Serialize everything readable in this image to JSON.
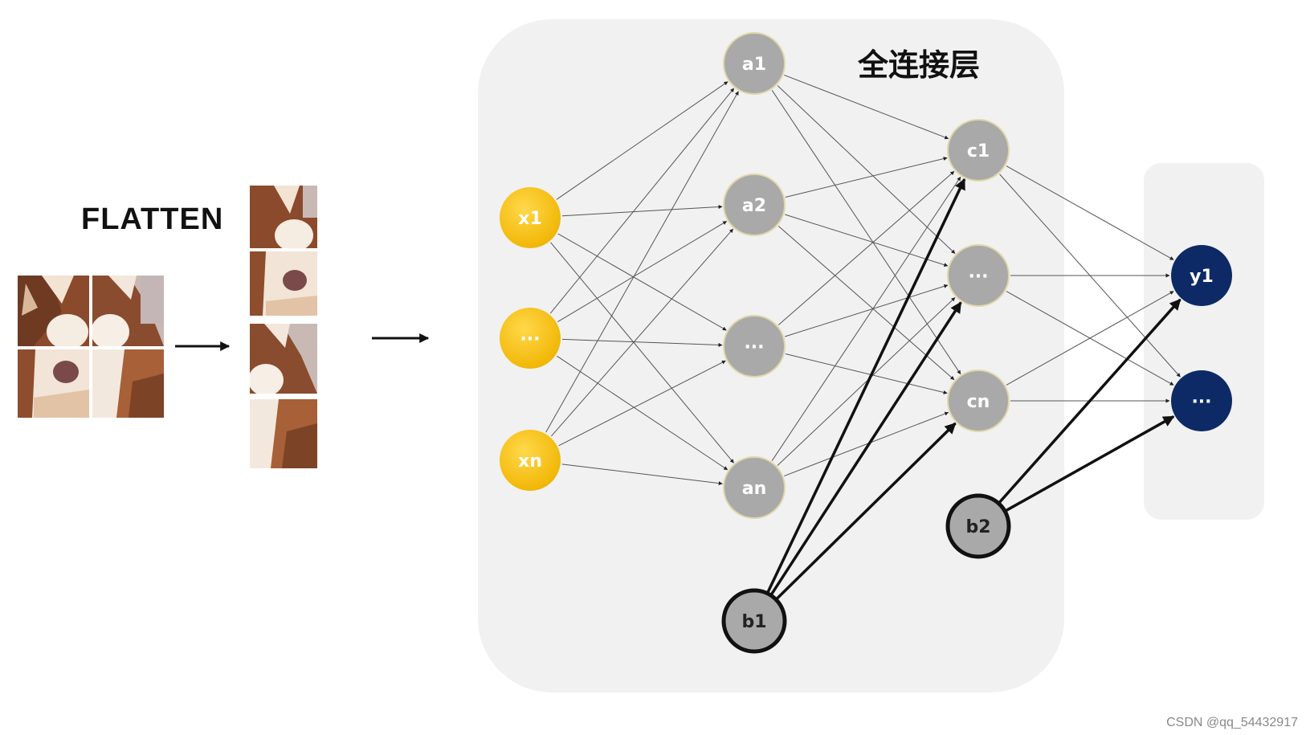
{
  "flatten_label": "FLATTEN",
  "fc_title": "全连接层",
  "watermark": "CSDN @qq_54432917",
  "colors": {
    "input": "#f5c518",
    "hidden": "#a9a9a9",
    "output": "#0d2a66",
    "panel": "#f1f1f2",
    "edge": "#555555"
  },
  "nodes": [
    {
      "id": "x1",
      "label": "x1",
      "kind": "input"
    },
    {
      "id": "xd",
      "label": "···",
      "kind": "input"
    },
    {
      "id": "xn",
      "label": "xn",
      "kind": "input"
    },
    {
      "id": "a1",
      "label": "a1",
      "kind": "hidden"
    },
    {
      "id": "a2",
      "label": "a2",
      "kind": "hidden"
    },
    {
      "id": "ad",
      "label": "···",
      "kind": "hidden"
    },
    {
      "id": "an",
      "label": "an",
      "kind": "hidden"
    },
    {
      "id": "b1",
      "label": "b1",
      "kind": "bias"
    },
    {
      "id": "c1",
      "label": "c1",
      "kind": "hidden"
    },
    {
      "id": "cd",
      "label": "···",
      "kind": "hidden"
    },
    {
      "id": "cn",
      "label": "cn",
      "kind": "hidden"
    },
    {
      "id": "b2",
      "label": "b2",
      "kind": "bias"
    },
    {
      "id": "y1",
      "label": "y1",
      "kind": "output"
    },
    {
      "id": "yd",
      "label": "···",
      "kind": "output"
    }
  ],
  "edges": [
    [
      "x1",
      "a1"
    ],
    [
      "x1",
      "a2"
    ],
    [
      "x1",
      "ad"
    ],
    [
      "x1",
      "an"
    ],
    [
      "xd",
      "a1"
    ],
    [
      "xd",
      "a2"
    ],
    [
      "xd",
      "ad"
    ],
    [
      "xd",
      "an"
    ],
    [
      "xn",
      "a1"
    ],
    [
      "xn",
      "a2"
    ],
    [
      "xn",
      "ad"
    ],
    [
      "xn",
      "an"
    ],
    [
      "a1",
      "c1"
    ],
    [
      "a1",
      "cd"
    ],
    [
      "a1",
      "cn"
    ],
    [
      "a2",
      "c1"
    ],
    [
      "a2",
      "cd"
    ],
    [
      "a2",
      "cn"
    ],
    [
      "ad",
      "c1"
    ],
    [
      "ad",
      "cd"
    ],
    [
      "ad",
      "cn"
    ],
    [
      "an",
      "c1"
    ],
    [
      "an",
      "cd"
    ],
    [
      "an",
      "cn"
    ],
    [
      "c1",
      "y1"
    ],
    [
      "c1",
      "yd"
    ],
    [
      "cd",
      "y1"
    ],
    [
      "cd",
      "yd"
    ],
    [
      "cn",
      "y1"
    ],
    [
      "cn",
      "yd"
    ]
  ],
  "bias_edges": [
    [
      "b1",
      "c1"
    ],
    [
      "b1",
      "cd"
    ],
    [
      "b1",
      "cn"
    ],
    [
      "b2",
      "y1"
    ],
    [
      "b2",
      "yd"
    ]
  ]
}
